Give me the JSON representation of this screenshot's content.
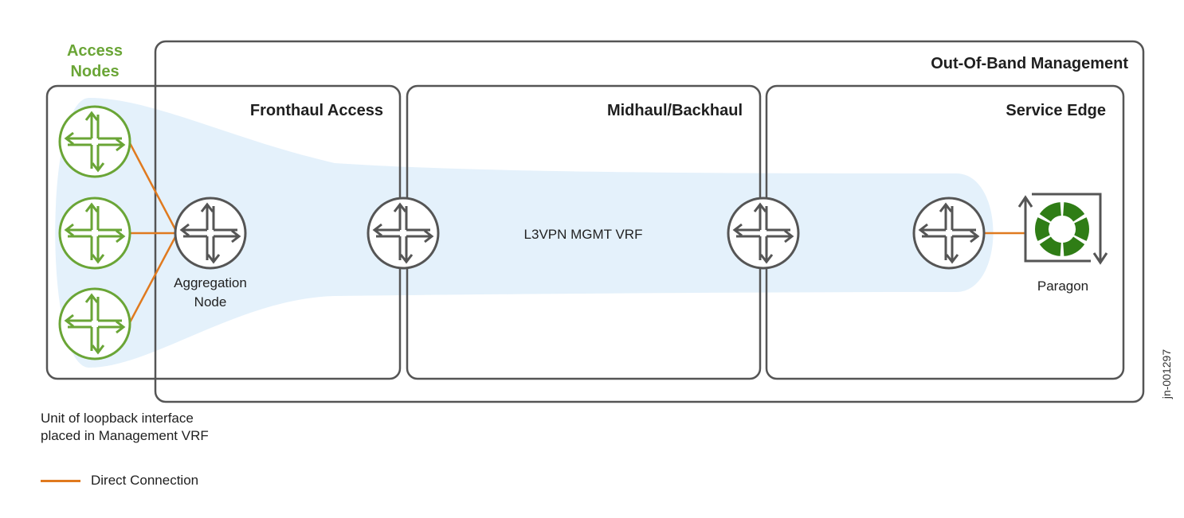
{
  "colors": {
    "access_green": "#6aa536",
    "paragon_green": "#2f7d16",
    "router_gray": "#555555",
    "connection_orange": "#e07a1f",
    "vrf_fill": "#e4f1fb",
    "frame_gray": "#555555"
  },
  "regions": {
    "out_of_band": "Out-Of-Band Management",
    "access_nodes_line1": "Access",
    "access_nodes_line2": "Nodes",
    "fronthaul": "Fronthaul Access",
    "midhaul": "Midhaul/Backhaul",
    "service_edge": "Service Edge"
  },
  "nodes": {
    "aggregation_line1": "Aggregation",
    "aggregation_line2": "Node",
    "paragon": "Paragon"
  },
  "vrf_label": "L3VPN MGMT VRF",
  "icons": {
    "router": "router-icon",
    "paragon": "paragon-icon"
  },
  "legend": {
    "note_line1": "Unit of loopback interface",
    "note_line2": "placed in Management VRF",
    "direct_connection": "Direct Connection"
  },
  "doc_id": "jn-001297"
}
